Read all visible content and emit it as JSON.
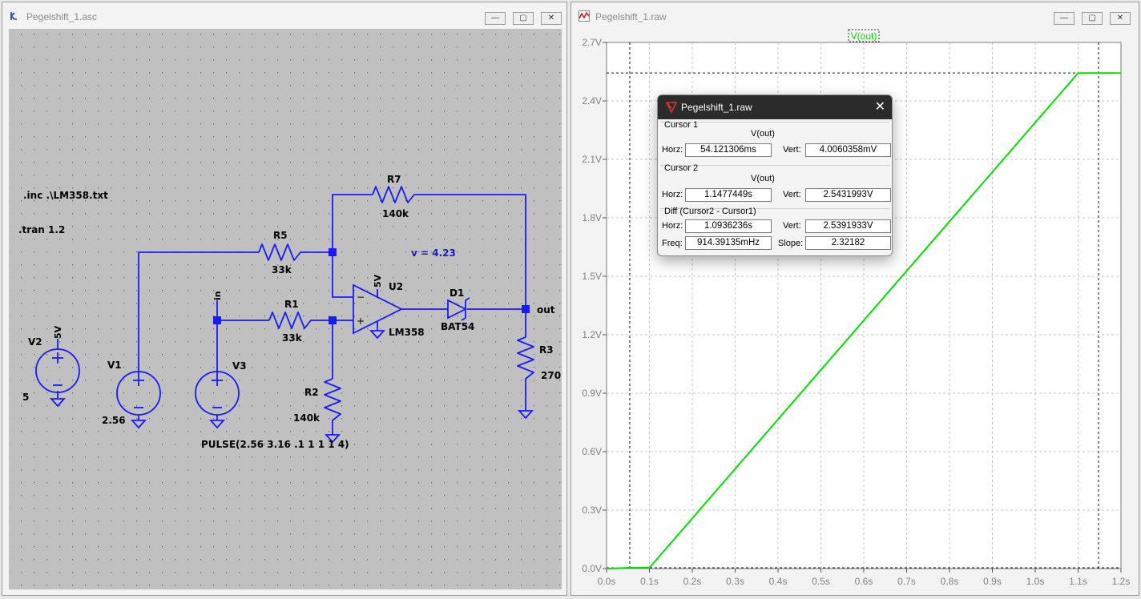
{
  "schematic_window": {
    "title": "Pegelshift_1.asc",
    "directives": {
      "inc": ".inc .\\LM358.txt",
      "tran": ".tran 1.2"
    },
    "components": {
      "R7": {
        "name": "R7",
        "value": "140k"
      },
      "R5": {
        "name": "R5",
        "value": "33k"
      },
      "R1": {
        "name": "R1",
        "value": "33k"
      },
      "R2": {
        "name": "R2",
        "value": "140k"
      },
      "R3": {
        "name": "R3",
        "value": "270"
      },
      "U2": {
        "name": "U2",
        "value": "LM358",
        "supply": "5V"
      },
      "D1": {
        "name": "D1",
        "value": "BAT54"
      },
      "V1": {
        "name": "V1",
        "value": "2.56"
      },
      "V2": {
        "name": "V2",
        "value": "5",
        "net": "5V"
      },
      "V3": {
        "name": "V3",
        "value": "PULSE(2.56 3.16 .1 1 1 1 4)"
      }
    },
    "net_labels": {
      "out": "out",
      "in": "in"
    },
    "annotation": "v = 4.23",
    "colors": {
      "background": "#c0c0c0",
      "wire": "#1a1aff",
      "text": "#000000",
      "annotation": "#1a1acc"
    }
  },
  "waveform_window": {
    "title": "Pegelshift_1.raw",
    "trace_label": "V(out)",
    "colors": {
      "trace": "#00e000",
      "background": "#ffffff",
      "grid": "#bdbdbd"
    }
  },
  "chart_data": {
    "type": "line",
    "xlabel": "",
    "ylabel": "",
    "x_ticks": [
      "0.0s",
      "0.1s",
      "0.2s",
      "0.3s",
      "0.4s",
      "0.5s",
      "0.6s",
      "0.7s",
      "0.8s",
      "0.9s",
      "1.0s",
      "1.1s",
      "1.2s"
    ],
    "y_ticks": [
      "0.0V",
      "0.3V",
      "0.6V",
      "0.9V",
      "1.2V",
      "1.5V",
      "1.8V",
      "2.1V",
      "2.4V",
      "2.7V"
    ],
    "xlim": [
      0,
      1.2
    ],
    "ylim": [
      0,
      2.7
    ],
    "grid": true,
    "series": [
      {
        "name": "V(out)",
        "x": [
          0,
          0.054,
          0.1,
          1.1,
          1.2
        ],
        "y": [
          0,
          0.004,
          0.004,
          2.543,
          2.543
        ]
      }
    ],
    "cursors": {
      "x1": 0.054121306,
      "y1": 0.0040060358,
      "x2": 1.1477449,
      "y2": 2.5431993
    }
  },
  "cursor_dialog": {
    "title": "Pegelshift_1.raw",
    "close_glyph": "✕",
    "cursor1": {
      "label": "Cursor 1",
      "trace": "V(out)",
      "horz_label": "Horz:",
      "horz": "54.121306ms",
      "vert_label": "Vert:",
      "vert": "4.0060358mV"
    },
    "cursor2": {
      "label": "Cursor 2",
      "trace": "V(out)",
      "horz_label": "Horz:",
      "horz": "1.1477449s",
      "vert_label": "Vert:",
      "vert": "2.5431993V"
    },
    "diff": {
      "label": "Diff (Cursor2 - Cursor1)",
      "horz_label": "Horz:",
      "horz": "1.0936236s",
      "vert_label": "Vert:",
      "vert": "2.5391933V",
      "freq_label": "Freq:",
      "freq": "914.39135mHz",
      "slope_label": "Slope:",
      "slope": "2.32182"
    }
  },
  "window_buttons": {
    "minimize": "—",
    "maximize": "▢",
    "close": "✕"
  }
}
